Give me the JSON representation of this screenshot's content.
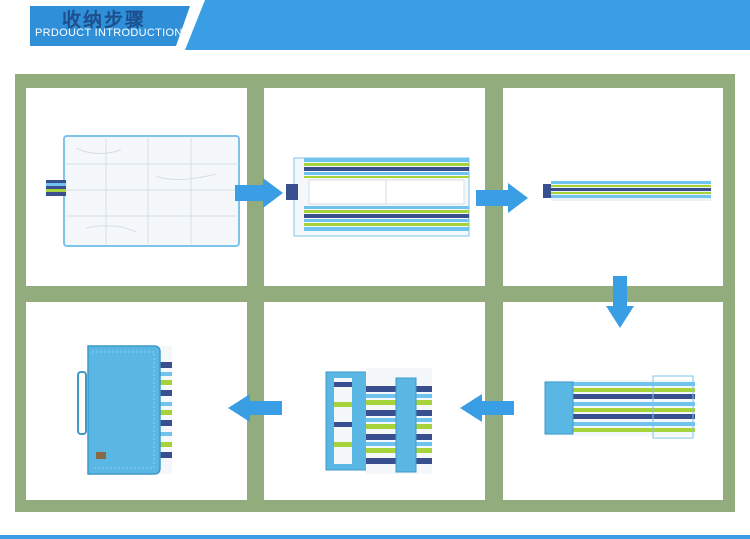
{
  "header": {
    "title_cn": "收纳步骤",
    "title_en": "PRDOUCT INTRODUCTION"
  },
  "colors": {
    "header_blue": "#3a9ee4",
    "board_green": "#93ac7d",
    "arrow_blue": "#3a9ee4",
    "stripe_navy": "#3a4f8f",
    "stripe_lime": "#a6d33a",
    "stripe_sky": "#6fc3ec",
    "bag_blue": "#5ab7e3"
  },
  "steps": [
    {
      "name": "unfolded-mat"
    },
    {
      "name": "folded-in-half"
    },
    {
      "name": "folded-strip"
    },
    {
      "name": "rolled-roll"
    },
    {
      "name": "strapped-roll"
    },
    {
      "name": "finished-bag"
    }
  ]
}
